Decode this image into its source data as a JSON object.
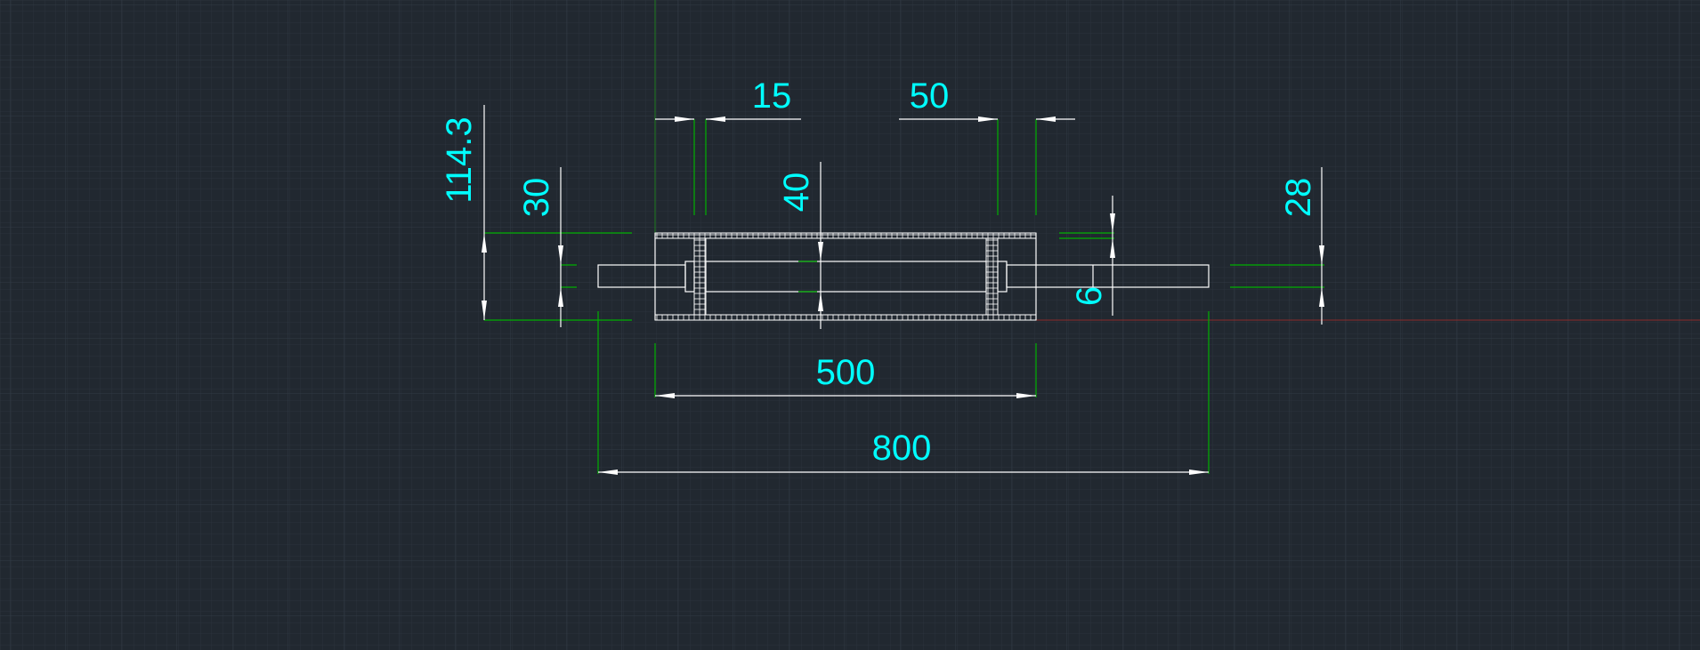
{
  "colors": {
    "background": "#212830",
    "grid_minor": "#2a323c",
    "grid_major": "#313a45",
    "object": "#ffffff",
    "extension": "#00b000",
    "dimension_text": "#00ffff",
    "x_axis": "#8a2a2a",
    "y_axis": "#1f7a1f"
  },
  "dimensions": {
    "d15": "15",
    "d50": "50",
    "d114": "114.3",
    "d30": "30",
    "d40": "40",
    "d28": "28",
    "d6": "6",
    "d500": "500",
    "d800": "800"
  }
}
